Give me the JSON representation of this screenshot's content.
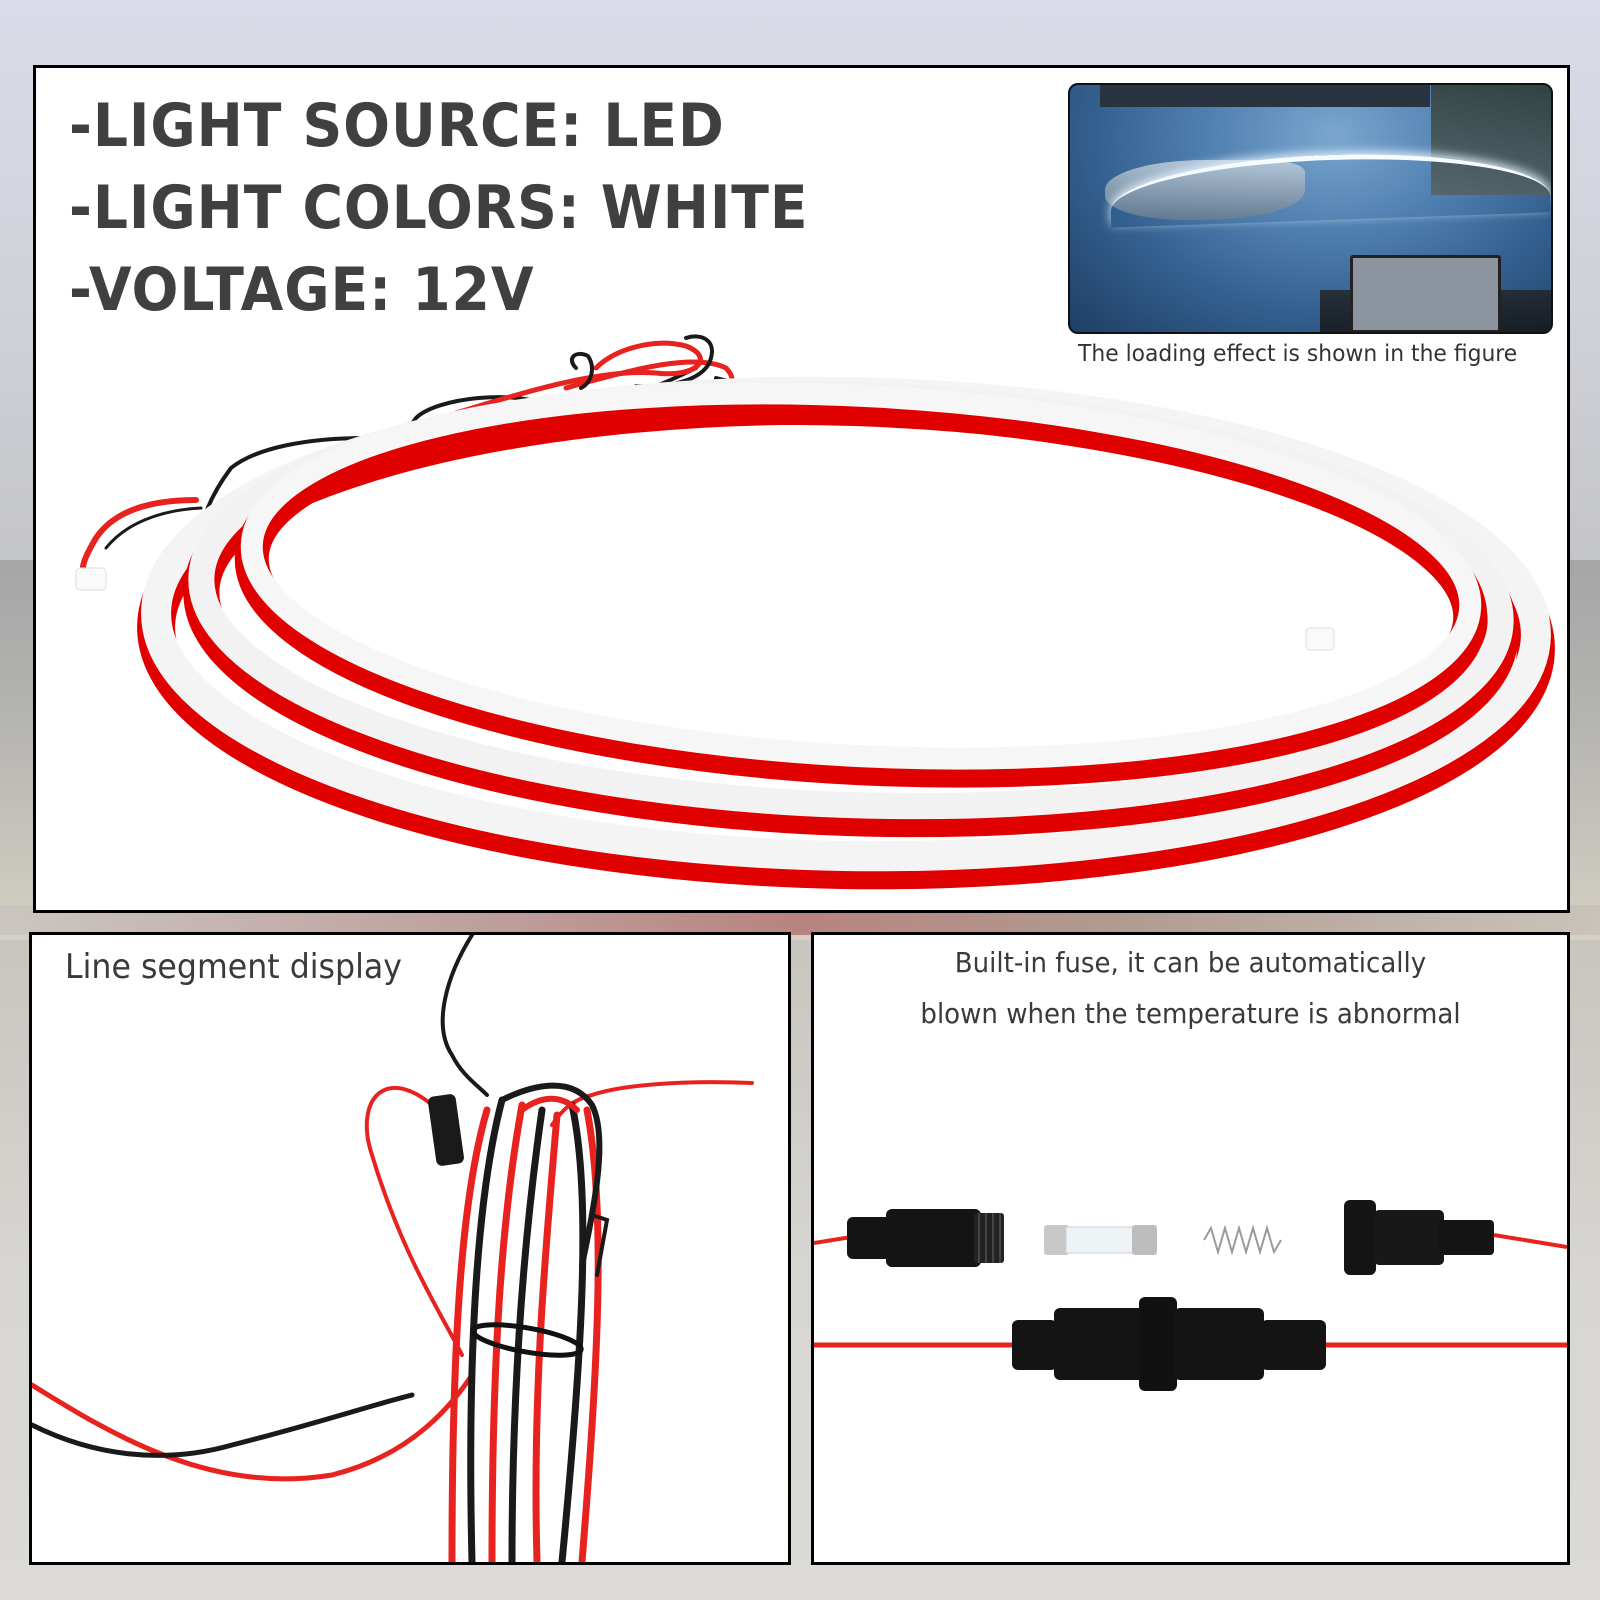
{
  "specs": [
    {
      "label": "-LIGHT SOURCE:",
      "value": "LED",
      "text": "-LIGHT SOURCE: LED"
    },
    {
      "label": "-LIGHT COLORS:",
      "value": "WHITE",
      "text": "-LIGHT COLORS: WHITE"
    },
    {
      "label": "-VOLTAGE:",
      "value": "12V",
      "text": "-VOLTAGE: 12V"
    }
  ],
  "installation_photo": {
    "caption": "The loading effect is shown in the figure",
    "subject": "blue car hood with white LED strip"
  },
  "product_photo": {
    "subject": "flexible LED strip with red adhesive backing and red/black wires"
  },
  "wire_panel": {
    "label": "Line segment display",
    "subject": "coiled red and black wires with connector"
  },
  "fuse_panel": {
    "caption_lines": [
      "Built-in fuse, it can be automatically",
      "blown when the temperature is abnormal"
    ],
    "subject": "inline fuse holder exploded and assembled"
  },
  "colors": {
    "text": "#404040",
    "strip_red": "#e00000",
    "strip_white": "#f4f4f4",
    "wire_red": "#e8231f",
    "wire_black": "#1a1a1a",
    "panel_border": "#000000"
  }
}
